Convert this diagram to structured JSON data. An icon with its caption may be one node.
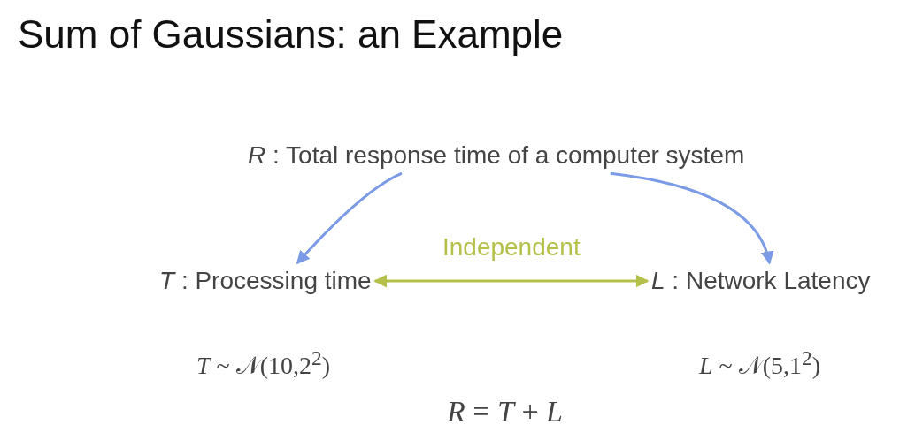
{
  "diagram": {
    "title": "Sum of Gaussians: an Example",
    "nodes": [
      {
        "text": [
          "*R* : Total response time of a computer system"
        ]
      },
      {
        "text": [
          "*T* : Processing time"
        ]
      },
      {
        "text": [
          "*L* : Network Latency"
        ]
      }
    ],
    "edges": [
      {
        "from": 0,
        "to": 1,
        "arrow": "to"
      },
      {
        "from": 0,
        "to": 2,
        "arrow": "to"
      },
      {
        "from": 1,
        "to": 2,
        "arrow": "both",
        "label": "Independent",
        "color": "#b5c04a"
      }
    ],
    "labels": [
      "*T* ~ 𝒩(10,2$^{2}$)",
      "*L* ~ 𝒩(5,1$^{2}$)",
      "*R* = *T* + *L*"
    ]
  }
}
